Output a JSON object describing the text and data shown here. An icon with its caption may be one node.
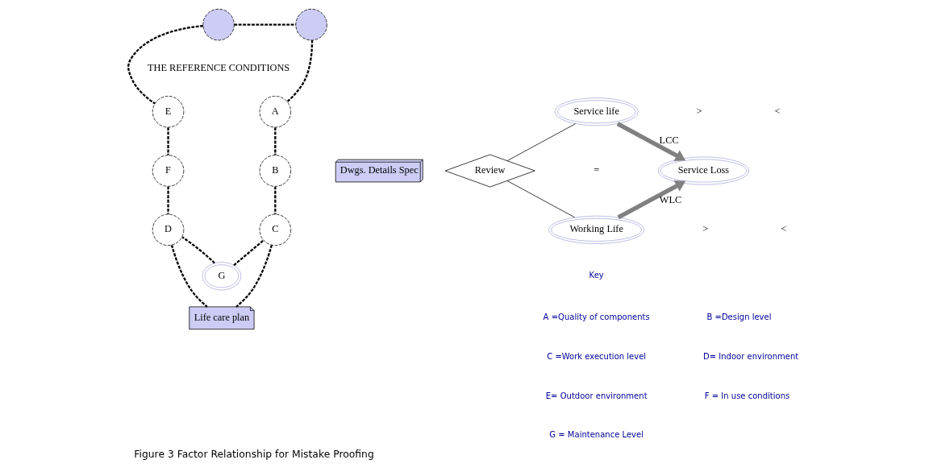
{
  "diagram": {
    "caption": "Figure 3 Factor Relationship for Mistake Proofing",
    "nodes": [
      {
        "text": [],
        "shape": "circle"
      },
      {
        "text": [],
        "shape": "circle"
      },
      {
        "text": [
          "E"
        ]
      },
      {
        "text": [
          "F"
        ]
      },
      {
        "text": [
          "D"
        ]
      },
      {
        "text": [
          "A"
        ]
      },
      {
        "text": [
          "B"
        ]
      },
      {
        "text": [
          "C"
        ]
      },
      {
        "text": [
          "G"
        ]
      },
      {
        "text": [
          "Life care plan"
        ]
      },
      {
        "text": [
          "Dwgs. Details Spec"
        ]
      },
      {
        "text": [
          "Service life"
        ]
      },
      {
        "text": [
          "Review"
        ]
      },
      {
        "text": [
          "Service Loss"
        ]
      },
      {
        "text": [
          "Working Life"
        ]
      }
    ],
    "edges": [
      {
        "from": 0,
        "to": 1,
        "arrow": "none",
        "style": "dashed"
      },
      {
        "from": 0,
        "to": 2,
        "arrow": "none",
        "style": "dashed"
      },
      {
        "from": 2,
        "to": 3,
        "arrow": "none",
        "style": "dashed"
      },
      {
        "from": 3,
        "to": 4,
        "arrow": "none",
        "style": "dashed"
      },
      {
        "from": 4,
        "to": 9,
        "arrow": "none",
        "style": "dashed"
      },
      {
        "from": 1,
        "to": 5,
        "arrow": "none",
        "style": "dashed"
      },
      {
        "from": 5,
        "to": 6,
        "arrow": "none",
        "style": "dashed"
      },
      {
        "from": 6,
        "to": 7,
        "arrow": "none",
        "style": "dashed"
      },
      {
        "from": 7,
        "to": 9,
        "arrow": "none",
        "style": "dashed"
      },
      {
        "from": 8,
        "to": 4,
        "arrow": "none",
        "style": "dashed"
      },
      {
        "from": 8,
        "to": 7,
        "arrow": "none",
        "style": "dashed"
      },
      {
        "from": 11,
        "to": 12,
        "arrow": "none"
      },
      {
        "from": 12,
        "to": 14,
        "arrow": "none"
      },
      {
        "from": 11,
        "to": 13,
        "arrow": "to",
        "label": "LCC",
        "style": "thick",
        "color": "#808080"
      },
      {
        "from": 14,
        "to": 13,
        "arrow": "to",
        "label": "WLC",
        "style": "thick",
        "color": "#808080"
      }
    ],
    "labels": [
      "THE REFERENCE CONDITIONS",
      ">",
      "<",
      "=",
      ">",
      "<",
      "Key",
      "A =Quality of components",
      "B =Design level",
      "C =Work execution level",
      "D= Indoor environment",
      "E= Outdoor environment",
      "F = In use conditions",
      "G = Maintenance Level"
    ]
  }
}
